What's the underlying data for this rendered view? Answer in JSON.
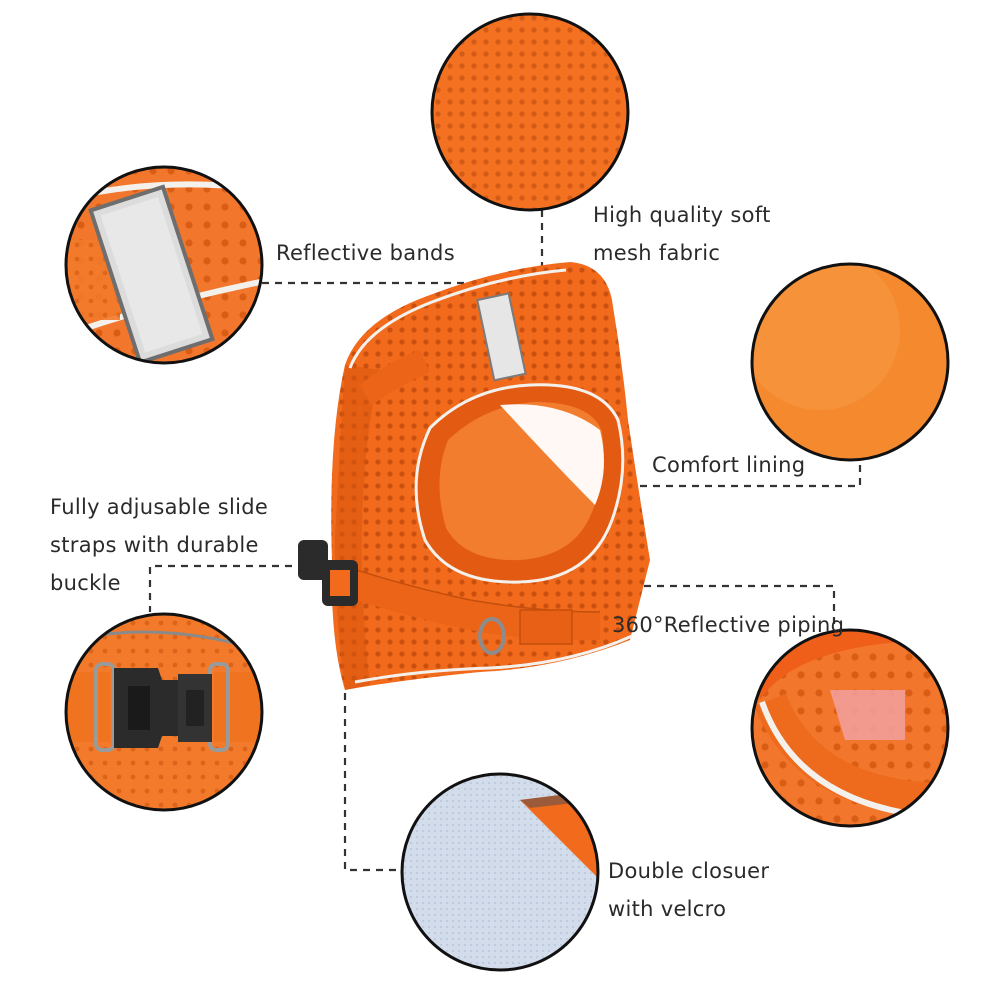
{
  "labels": {
    "reflective_bands": "Reflective bands",
    "mesh_fabric": [
      "High quality soft",
      "mesh fabric"
    ],
    "comfort_lining": "Comfort lining",
    "adjustable_straps": [
      "Fully adjusable slide",
      "straps with durable",
      "buckle"
    ],
    "reflective_piping": "360°Reflective piping",
    "double_closure": [
      "Double closuer",
      "with velcro"
    ]
  },
  "colors": {
    "harness_orange": "#f26a1b",
    "harness_dark": "#d2500d",
    "lining_orange": "#f5892e",
    "buckle_black": "#2b2b2b",
    "reflective_white": "#e9e9e9",
    "velcro_blue": "#cfd9ea",
    "circle_outline": "#111111",
    "dashed_line": "#333333"
  }
}
